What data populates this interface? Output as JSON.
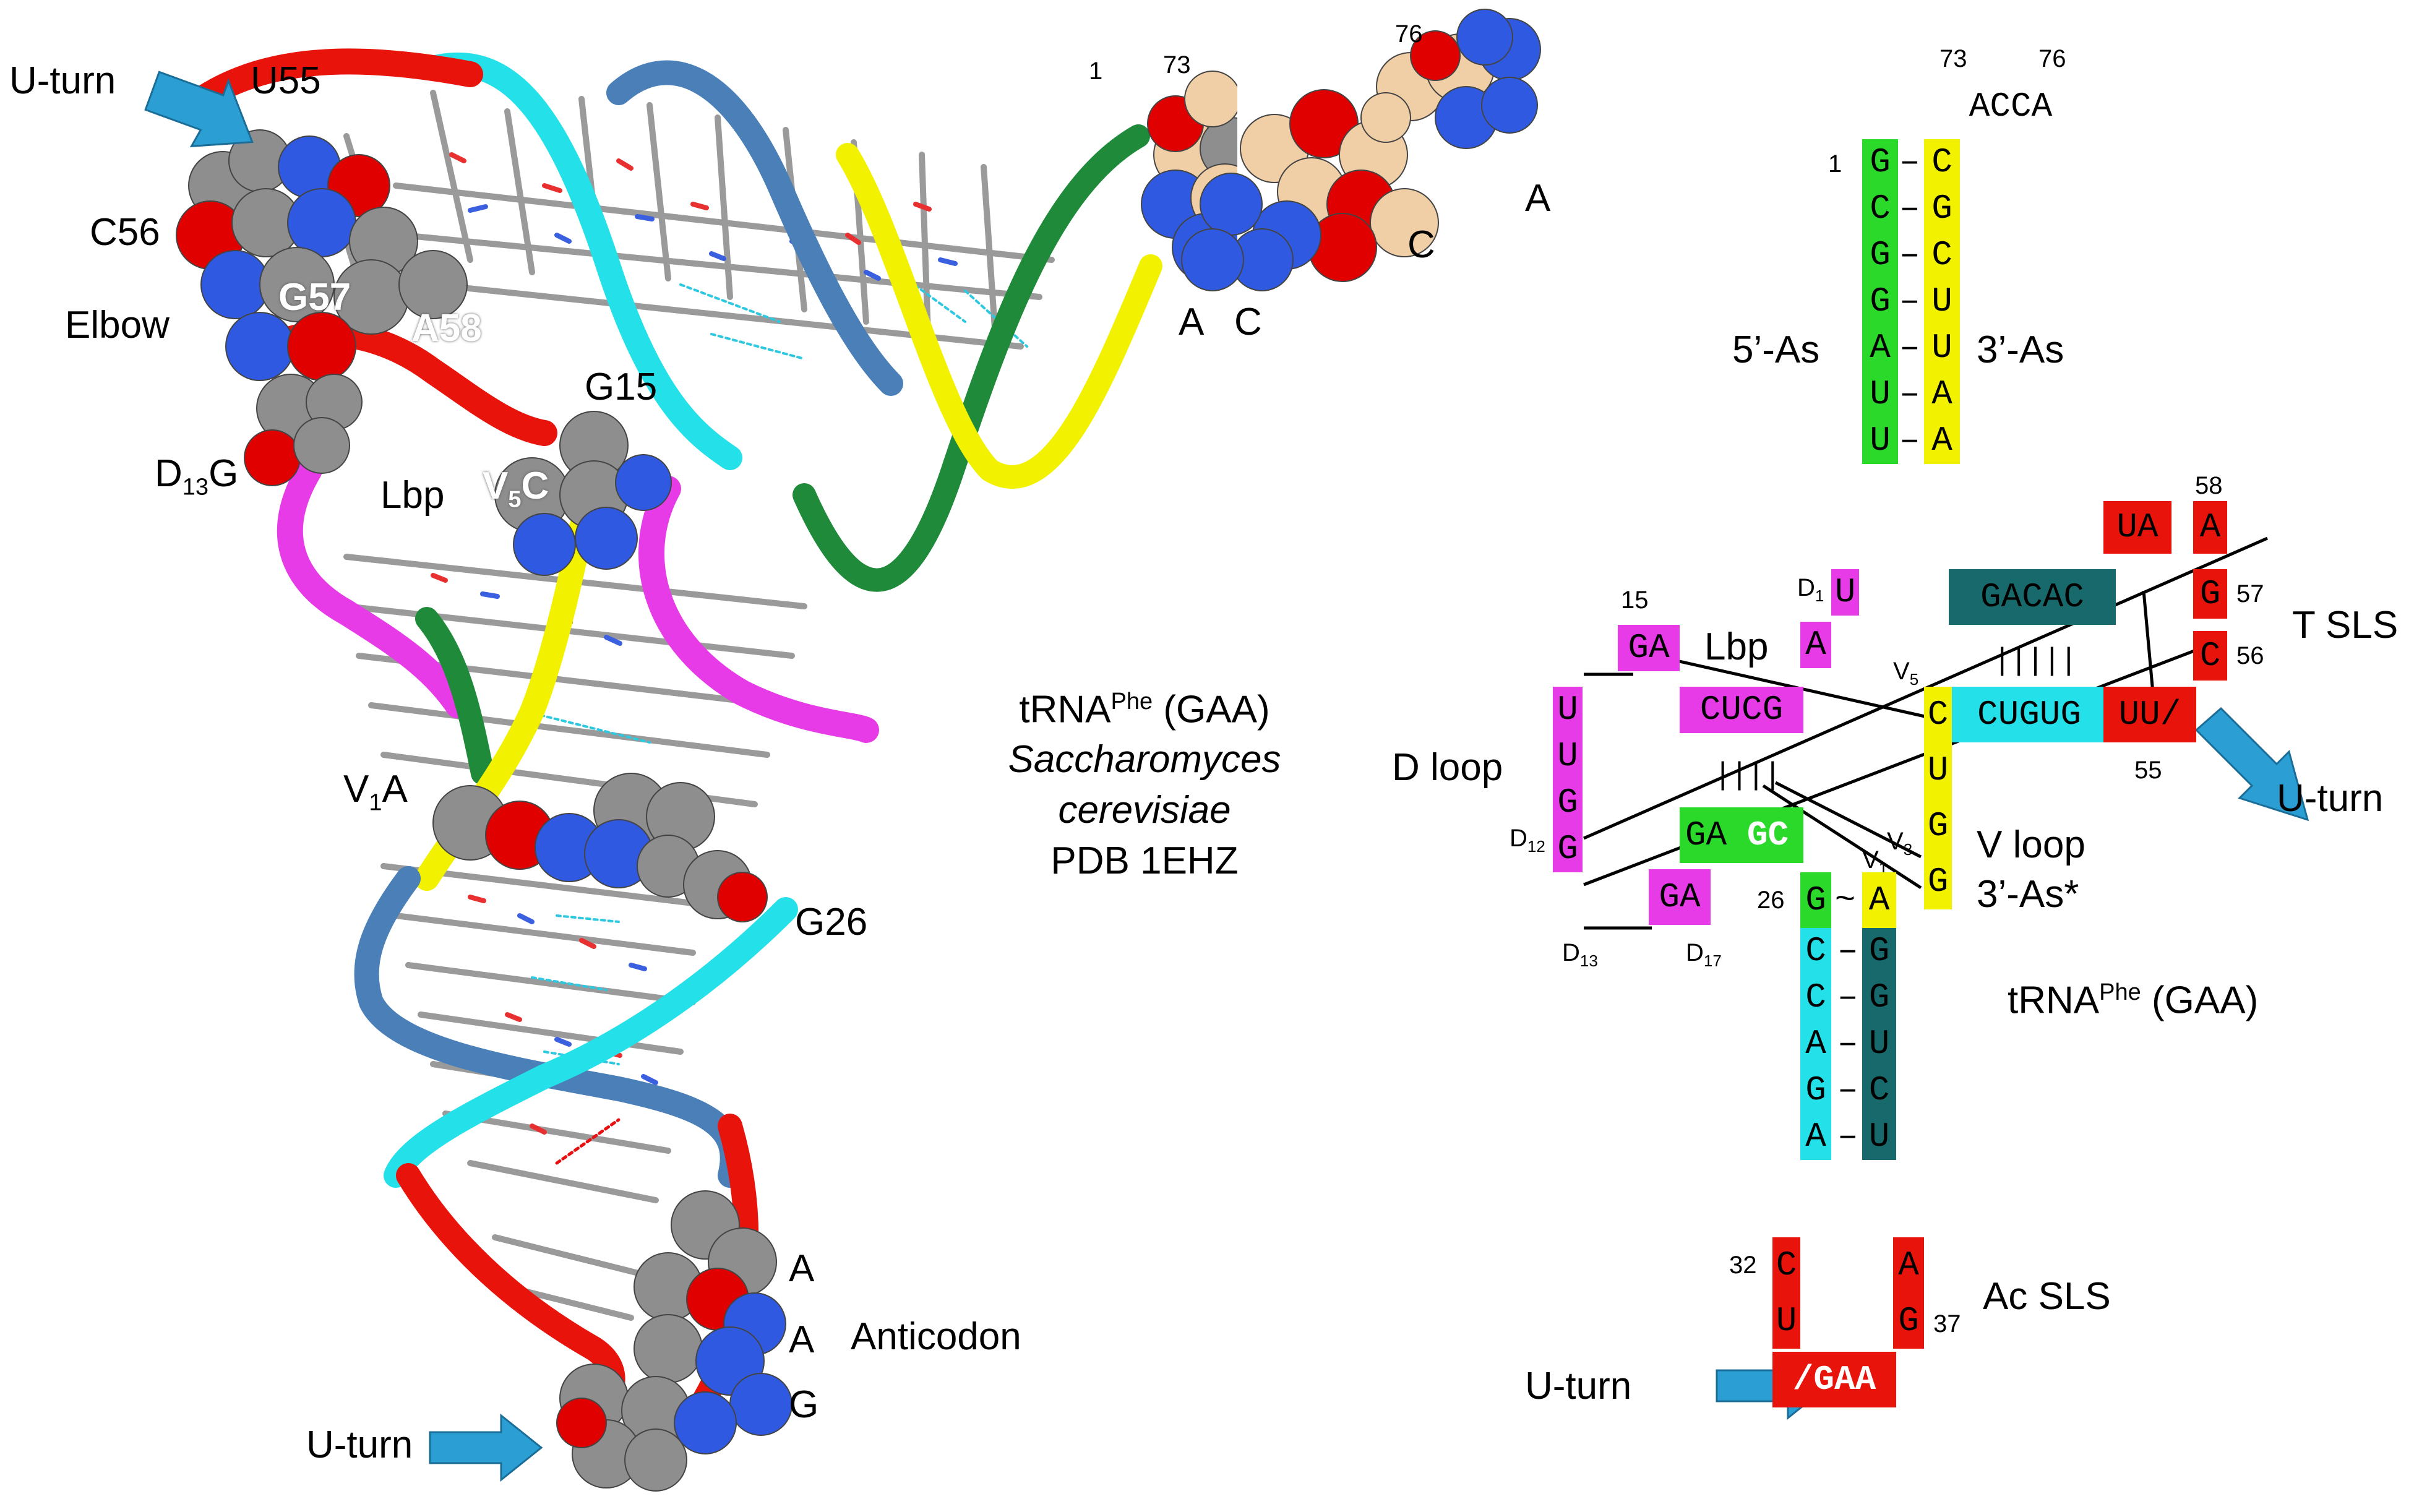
{
  "colors": {
    "red": "#e8140c",
    "magenta": "#e83be8",
    "green": "#2bd92b",
    "dark_green": "#1f8a3a",
    "yellow": "#f2f200",
    "cyan": "#24e0e8",
    "teal": "#17696b",
    "steel_blue": "#4a7fb8",
    "arrow_blue": "#2b9fd4",
    "atom_grey": "#8e8e8e",
    "atom_red": "#e00000",
    "atom_blue": "#2e59e0",
    "atom_tan": "#f0cfa6"
  },
  "structure_labels": {
    "uturn_top": "U-turn",
    "u55": "U55",
    "c56": "C56",
    "elbow": "Elbow",
    "g57": "G57",
    "a58": "A58",
    "d13g_main": "D",
    "d13g_sub": "13",
    "d13g_tail": "G",
    "g15": "G15",
    "lbp": "Lbp",
    "v5c_main": "V",
    "v5c_sub": "5",
    "v5c_tail": "C",
    "v1a_main": "V",
    "v1a_sub": "1",
    "v1a_tail": "A",
    "g26": "G26",
    "num_1": "1",
    "num_73": "73",
    "num_76": "76",
    "end_a1": "A",
    "end_c1": "C",
    "end_c2": "C",
    "end_a2": "A",
    "ac_a1": "A",
    "ac_a2": "A",
    "ac_g": "G",
    "anticodon": "Anticodon",
    "uturn_bottom": "U-turn"
  },
  "caption": {
    "line1_main": "tRNA",
    "line1_sup": "Phe",
    "line1_tail": " (GAA)",
    "line2": "Saccharomyces",
    "line3": "cerevisiae",
    "line4": "PDB 1EHZ"
  },
  "secondary": {
    "num73": "73",
    "num76": "76",
    "acca": "ACCA",
    "num1": "1",
    "five_as": "5’-As",
    "three_as": "3’-As",
    "left_strand": [
      "G",
      "C",
      "G",
      "G",
      "A",
      "U",
      "U"
    ],
    "right_strand": [
      "C",
      "G",
      "C",
      "U",
      "U",
      "A",
      "A"
    ],
    "pair_dash": "–",
    "d1_main": "D",
    "d1_sub": "1",
    "d1_base": "U",
    "a_base": "A",
    "num15": "15",
    "ga_top": "GA",
    "lbp": "Lbp",
    "cucg": "CUCG",
    "gacac": "GACAC",
    "t_ticks": "| | | | |",
    "ua": "UA",
    "a58_base": "A",
    "num58": "58",
    "g57_base": "G",
    "num57": "57",
    "c56_base": "C",
    "num56": "56",
    "t_sls": "T SLS",
    "v5_main": "V",
    "v5_sub": "5",
    "c_v5": "C",
    "cugug": "CUGUG",
    "uu_slash": "UU/",
    "num55": "55",
    "uturn_right": "U-turn",
    "d_loop": "D loop",
    "d_loop_bases": [
      "U",
      "U",
      "G",
      "G"
    ],
    "d12_main": "D",
    "d12_sub": "12",
    "d13_main": "D",
    "d13_sub": "13",
    "d17_main": "D",
    "d17_sub": "17",
    "d_ticks": "| | | |",
    "u_v": "U",
    "v3_main": "V",
    "v3_sub": "3",
    "g_v3": "G",
    "v_loop": "V loop",
    "g_v": "G",
    "three_as_star": "3’-As*",
    "ga_green": "GA",
    "gc_green": "GC",
    "ga_low": "GA",
    "num26": "26",
    "g26_base": "G",
    "tilde": "~",
    "v1_main": "V",
    "v1_sub": "1",
    "a_v1": "A",
    "ac_left": [
      "C",
      "C",
      "A",
      "G",
      "A"
    ],
    "ac_right": [
      "G",
      "G",
      "U",
      "C",
      "U"
    ],
    "trna_main": "tRNA",
    "trna_sup": "Phe",
    "trna_tail": " (GAA)",
    "num32": "32",
    "c32": "C",
    "u33": "U",
    "a_right": "A",
    "g37": "G",
    "num37": "37",
    "ac_sls": "Ac SLS",
    "slash_gaa": "/GAA",
    "uturn_left": "U-turn"
  }
}
